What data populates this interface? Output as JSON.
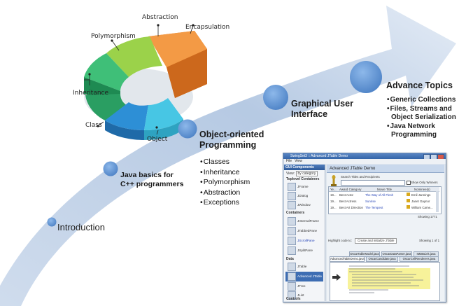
{
  "ring": {
    "labels": {
      "abstraction": "Abstraction",
      "encapsulation": "Encapsulation",
      "polymorphism": "Polymorphism",
      "inheritance": "Inheritance",
      "class": "Class",
      "object": "Object"
    }
  },
  "roadmap": {
    "step1": {
      "title": "Introduction"
    },
    "step2": {
      "title_line1": "Java basics for",
      "title_line2": "C++ programmers"
    },
    "step3": {
      "title_line1": "Object-oriented",
      "title_line2": "Programming",
      "bullets": [
        "Classes",
        "Inheritance",
        "Polymorphism",
        "Abstraction",
        "Exceptions"
      ]
    },
    "step4": {
      "title_line1": "Graphical User",
      "title_line2": "Interface"
    },
    "step5": {
      "title": "Advance Topics",
      "b1": "Generic Collections",
      "b2a": "Files, Streams and",
      "b2b": "Object Serialization",
      "b3a": "Java Network",
      "b3b": "Programming"
    }
  },
  "window": {
    "title": "SwingSet3 :: Advanced JTable Demo",
    "menu_file": "File",
    "menu_view": "View",
    "sidebar": {
      "header": "GUI Components",
      "view_label": "View:",
      "view_value": "by category",
      "group_top": "Toplevel Containers",
      "group_containers": "Containers",
      "group_data": "Data",
      "group_controls": "Controls",
      "items": [
        "JFrame",
        "JDialog",
        "JWindow",
        "JInternalFrame",
        "JTabbedPane",
        "JScrollPane",
        "JSplitPane",
        "JTable",
        "Advanced JTable",
        "JTree",
        "JList"
      ]
    },
    "demo": {
      "header": "Advanced JTable Demo",
      "search_label": "Search Titles and Recipients",
      "show_winners": "Show Only Winners",
      "columns": [
        "Ye...",
        "Award Category",
        "Movie Title",
        "Nominee(s)"
      ],
      "rows": [
        [
          "19...",
          "Best Actor",
          "The Way of All Flesh",
          "Emil Jannings"
        ],
        [
          "19...",
          "Best Actress",
          "Sunrise",
          "Janet Gaynor"
        ],
        [
          "19...",
          "Best Art Direction",
          "The Tempest",
          "William Came..."
        ]
      ],
      "showing": "Showing 1771",
      "highlight_label": "Highlight code to:",
      "highlight_value": "Create and initialize JTable",
      "showing_of": "Showing 1 of 1",
      "tabs_row1": [
        "OscarTableModel.java",
        "OscarDataParser.java",
        "IMDBLink.java"
      ],
      "tabs_row2": [
        "AdvancedTableDemo.java",
        "OscarCandidate.java",
        "OscarCellRenderers.java"
      ]
    }
  },
  "colors": {
    "arrow": "#9fb6d6",
    "node": "#5b8fd0",
    "ring_orange": "#e8822a",
    "ring_green": "#2fae6c",
    "ring_blue": "#2d8fd6",
    "ring_cyan": "#43c6e2",
    "ring_lime": "#8cc63f"
  }
}
